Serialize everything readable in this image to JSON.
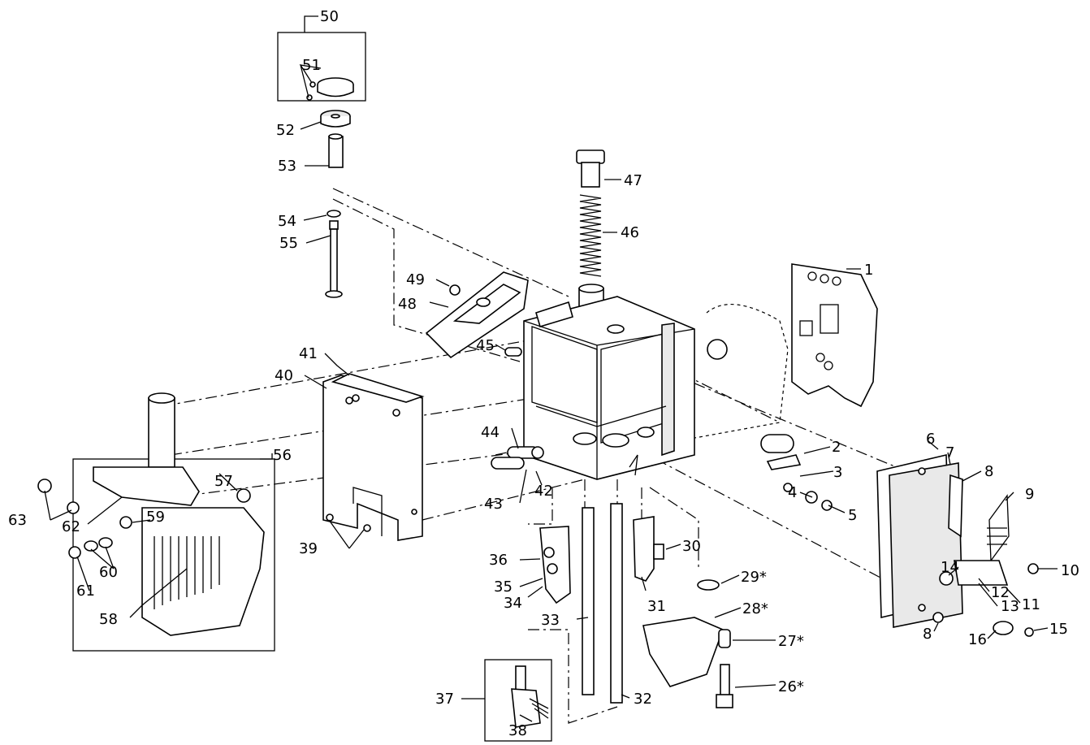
{
  "callouts": [
    {
      "id": "c1",
      "text": "1"
    },
    {
      "id": "c2",
      "text": "2"
    },
    {
      "id": "c3",
      "text": "3"
    },
    {
      "id": "c4",
      "text": "4"
    },
    {
      "id": "c5",
      "text": "5"
    },
    {
      "id": "c6",
      "text": "6"
    },
    {
      "id": "c7",
      "text": "7"
    },
    {
      "id": "c8a",
      "text": "8"
    },
    {
      "id": "c8b",
      "text": "8"
    },
    {
      "id": "c9",
      "text": "9"
    },
    {
      "id": "c10",
      "text": "10"
    },
    {
      "id": "c11",
      "text": "11"
    },
    {
      "id": "c12",
      "text": "12"
    },
    {
      "id": "c13",
      "text": "13"
    },
    {
      "id": "c14",
      "text": "14"
    },
    {
      "id": "c15",
      "text": "15"
    },
    {
      "id": "c16",
      "text": "16"
    },
    {
      "id": "c26",
      "text": "26*"
    },
    {
      "id": "c27",
      "text": "27*"
    },
    {
      "id": "c28",
      "text": "28*"
    },
    {
      "id": "c29",
      "text": "29*"
    },
    {
      "id": "c30",
      "text": "30"
    },
    {
      "id": "c31",
      "text": "31"
    },
    {
      "id": "c32",
      "text": "32"
    },
    {
      "id": "c33",
      "text": "33"
    },
    {
      "id": "c34",
      "text": "34"
    },
    {
      "id": "c35",
      "text": "35"
    },
    {
      "id": "c36",
      "text": "36"
    },
    {
      "id": "c37",
      "text": "37"
    },
    {
      "id": "c38",
      "text": "38"
    },
    {
      "id": "c39",
      "text": "39"
    },
    {
      "id": "c40",
      "text": "40"
    },
    {
      "id": "c41",
      "text": "41"
    },
    {
      "id": "c42",
      "text": "42"
    },
    {
      "id": "c43",
      "text": "43"
    },
    {
      "id": "c44",
      "text": "44"
    },
    {
      "id": "c45",
      "text": "45"
    },
    {
      "id": "c46",
      "text": "46"
    },
    {
      "id": "c47",
      "text": "47"
    },
    {
      "id": "c48",
      "text": "48"
    },
    {
      "id": "c49",
      "text": "49"
    },
    {
      "id": "c50",
      "text": "50"
    },
    {
      "id": "c51",
      "text": "51"
    },
    {
      "id": "c52",
      "text": "52"
    },
    {
      "id": "c53",
      "text": "53"
    },
    {
      "id": "c54",
      "text": "54"
    },
    {
      "id": "c55",
      "text": "55"
    },
    {
      "id": "c56",
      "text": "56"
    },
    {
      "id": "c57",
      "text": "57"
    },
    {
      "id": "c58",
      "text": "58"
    },
    {
      "id": "c59",
      "text": "59"
    },
    {
      "id": "c60",
      "text": "60"
    },
    {
      "id": "c61",
      "text": "61"
    },
    {
      "id": "c62",
      "text": "62"
    },
    {
      "id": "c63",
      "text": "63"
    }
  ],
  "colors": {
    "line": "#000000",
    "background": "#ffffff",
    "shade": "#e9e9e9"
  }
}
